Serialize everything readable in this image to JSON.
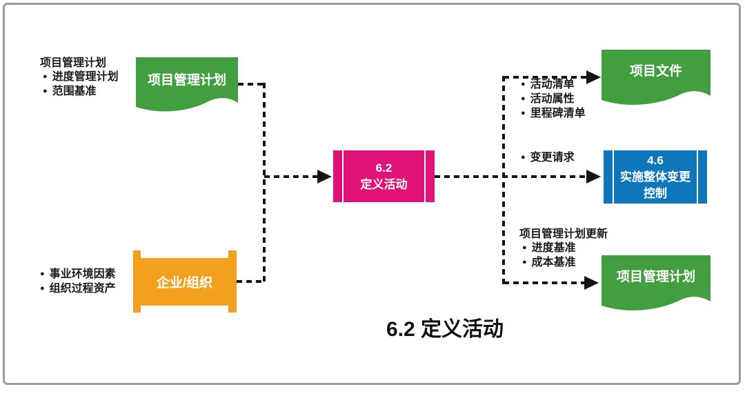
{
  "caption": "6.2 定义活动",
  "process_box": {
    "code": "6.2",
    "name": "定义活动"
  },
  "inputs": {
    "pmp": {
      "shape_label": "项目管理计划",
      "note_title": "项目管理计划",
      "bullets": [
        "进度管理计划",
        "范围基准"
      ]
    },
    "enterprise": {
      "shape_label": "企业/组织",
      "bullets": [
        "事业环境因素",
        "组织过程资产"
      ]
    }
  },
  "outputs": {
    "project_files": {
      "shape_label": "项目文件",
      "bullets": [
        "活动清单",
        "活动属性",
        "里程碑清单"
      ]
    },
    "change_control": {
      "code": "4.6",
      "name_line1": "实施整体变更",
      "name_line2": "控制",
      "bullets": [
        "变更请求"
      ]
    },
    "pmp_update": {
      "shape_label": "项目管理计划",
      "note_title": "项目管理计划更新",
      "bullets": [
        "进度基准",
        "成本基准"
      ]
    }
  },
  "colors": {
    "document_green": "#429f3f",
    "enterprise_orange": "#f2a01e",
    "process_magenta": "#e01277",
    "reference_blue": "#0e76bb",
    "connector_black": "#141414",
    "border_gray": "#9a9a9a"
  }
}
